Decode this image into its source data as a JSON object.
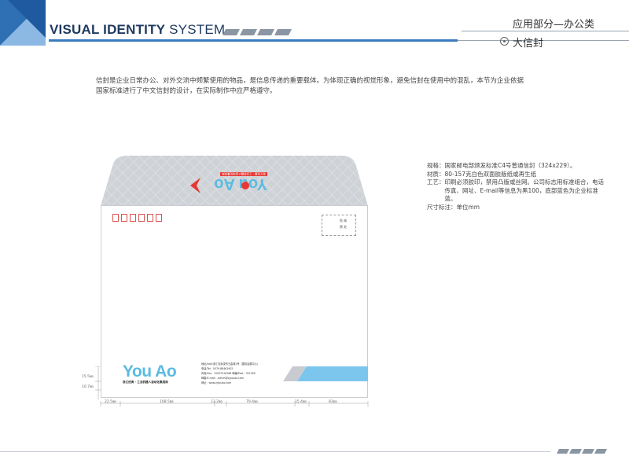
{
  "header": {
    "title_bold": "VISUAL IDENTITY",
    "title_light": " SYSTEM",
    "section": "应用部分—办公类",
    "subsection": "大信封",
    "accent_blue": "#3a7bbf"
  },
  "intro": "信封是企业日常办公、对外交流中频繁使用的物品，是信息传递的重要载体。为体现正确的视觉形象，避免信封在使用中的混乱，本节为企业依据国家标准进行了中文信封的设计，在实际制作中应严格遵守。",
  "spec": [
    {
      "key": "规格：",
      "value": "国家邮电部颁发标准C4号普通信封（324x229）。"
    },
    {
      "key": "材质：",
      "value": "80-157克白色双面胶版纸或再生纸"
    },
    {
      "key": "工艺：",
      "value": "印刷必须胶印，禁用凸版或丝网。公司标志用标准组合，电话传真、网址、E-mail等信息为黑100，底部蓝色为企业标准蓝。"
    },
    {
      "key": "尺寸标注：",
      "value": "单位mm"
    }
  ],
  "envelope": {
    "stamp_line1": "贴 邮",
    "stamp_line2": "票 处",
    "logo": "You Ao",
    "logo_sub": "浙江优奥 · 工业机器人自动化集成商",
    "contact": [
      "地址/Add:浙江省永康市五金城1号（国际会展中心）",
      "电话/Tel：0579-88461902",
      "传真/Fax：15057016168          邮编/Post：321300",
      "邮箱/E-mail：admin@zjyouao.com",
      "网址：www.zjyouao.com"
    ],
    "flap_logo": "You Ao",
    "flap_tag": "浙江优奥 · 工业机器人自动化集成商",
    "band_color": "#7cc6ee"
  },
  "dimensions": {
    "h1": "22.5㎜",
    "h2": "108.5㎜",
    "h3": "13.2㎜",
    "h4": "79.4㎜",
    "h5": "15.4㎜",
    "h6": "83㎜",
    "v1": "15.5㎜",
    "v2": "10.7㎜"
  }
}
